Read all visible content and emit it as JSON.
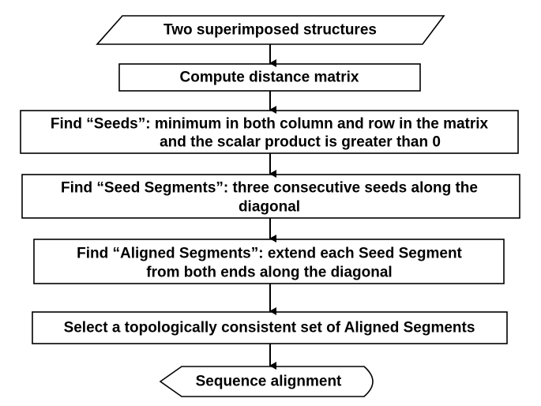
{
  "diagram": {
    "type": "flowchart",
    "input": {
      "label": "Two superimposed structures"
    },
    "steps": [
      {
        "lines": [
          "Compute distance matrix"
        ]
      },
      {
        "lines": [
          "Find “Seeds”: minimum in both column and row in the matrix",
          "and the scalar product is greater than 0"
        ]
      },
      {
        "lines": [
          "Find “Seed Segments”: three consecutive seeds along the",
          "diagonal"
        ]
      },
      {
        "lines": [
          "Find “Aligned Segments”: extend each Seed Segment",
          "from both ends along the diagonal"
        ]
      },
      {
        "lines": [
          "Select a topologically consistent set of Aligned Segments"
        ]
      }
    ],
    "output": {
      "label": "Sequence alignment"
    }
  }
}
